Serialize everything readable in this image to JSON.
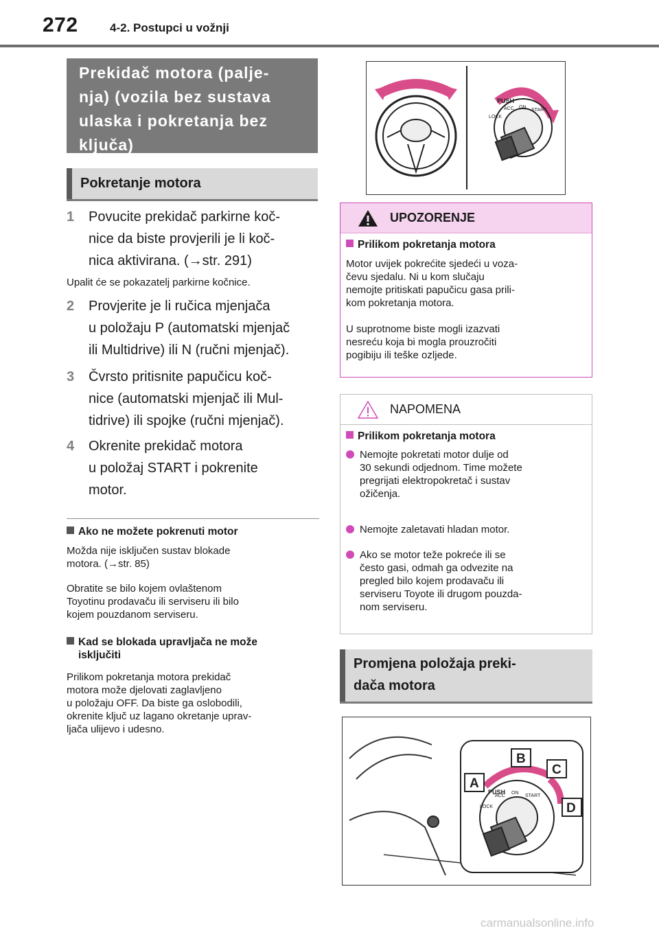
{
  "header": {
    "page_number": "272",
    "section": "4-2. Postupci u vožnji"
  },
  "main_title": {
    "lines": [
      "Prekidač motora (palje-",
      "nja) (vozila bez sustava",
      "ulaska i pokretanja bez",
      "ključa)"
    ]
  },
  "subhead_start": "Pokretanje motora",
  "steps": [
    {
      "num": "1",
      "lines": [
        "Povucite prekidač parkirne koč-",
        "nice da biste provjerili je li koč-",
        "nica aktivirana. (→str. 291)"
      ]
    },
    {
      "num": "2",
      "lines": [
        "Provjerite je li ručica mjenjača",
        "u položaju P (automatski mjenjač",
        "ili Multidrive) ili N (ručni mjenjač)."
      ]
    },
    {
      "num": "3",
      "lines": [
        "Čvrsto pritisnite papučicu koč-",
        "nice (automatski mjenjač ili Mul-",
        "tidrive) ili spojke (ručni mjenjač)."
      ]
    },
    {
      "num": "4",
      "lines": [
        "Okrenite prekidač motora",
        "u položaj START i pokrenite",
        "motor."
      ]
    }
  ],
  "step1_note": "Upalit će se pokazatelj parkirne kočnice.",
  "left_notes": [
    {
      "heading": [
        "Ako ne možete pokrenuti motor"
      ],
      "paragraphs": [
        [
          "Možda nije isključen sustav blokade",
          "motora. (→str. 85)"
        ],
        [
          "Obratite se bilo kojem ovlaštenom",
          "Toyotinu prodavaču ili serviseru ili bilo",
          "kojem pouzdanom serviseru."
        ]
      ]
    },
    {
      "heading": [
        "Kad se blokada upravljača ne može",
        "isključiti"
      ],
      "paragraphs": [
        [
          "Prilikom pokretanja motora prekidač",
          "motora može djelovati zaglavljeno",
          "u položaju OFF. Da biste ga oslobodili,",
          "okrenite ključ uz lagano okretanje uprav-",
          "ljača ulijevo i udesno."
        ]
      ]
    }
  ],
  "figure_top": {
    "labels": [
      "PUSH",
      "LOCK",
      "ACC",
      "ON",
      "START"
    ]
  },
  "warning": {
    "title": "UPOZORENJE",
    "heading": "Prilikom pokretanja motora",
    "paragraphs": [
      [
        "Motor uvijek pokrećite sjedeći u voza-",
        "čevu sjedalu. Ni u kom slučaju",
        "nemojte pritiskati papučicu gasa prili-",
        "kom pokretanja motora."
      ],
      [
        "U suprotnome biste mogli izazvati",
        "nesreću koja bi mogla prouzročiti",
        "pogibiju ili teške ozljede."
      ]
    ],
    "color": "#d04bb8"
  },
  "notice": {
    "title": "NAPOMENA",
    "heading": "Prilikom pokretanja motora",
    "bullets": [
      [
        "Nemojte pokretati motor dulje od",
        "30 sekundi odjednom. Time možete",
        "pregrijati elektropokretač i sustav",
        "ožičenja."
      ],
      [
        "Nemojte zaletavati hladan motor."
      ],
      [
        "Ako se motor teže pokreće ili se",
        "često gasi, odmah ga odvezite na",
        "pregled bilo kojem prodavaču ili",
        "serviseru Toyote ili drugom pouzda-",
        "nom serviseru."
      ]
    ]
  },
  "subhead_change": [
    "Promjena položaja preki-",
    "dača motora"
  ],
  "figure_bottom": {
    "callouts": [
      "A",
      "B",
      "C",
      "D"
    ],
    "labels": [
      "PUSH",
      "LOCK",
      "ACC",
      "ON",
      "START"
    ]
  },
  "watermark": "carmanualsonline.info"
}
